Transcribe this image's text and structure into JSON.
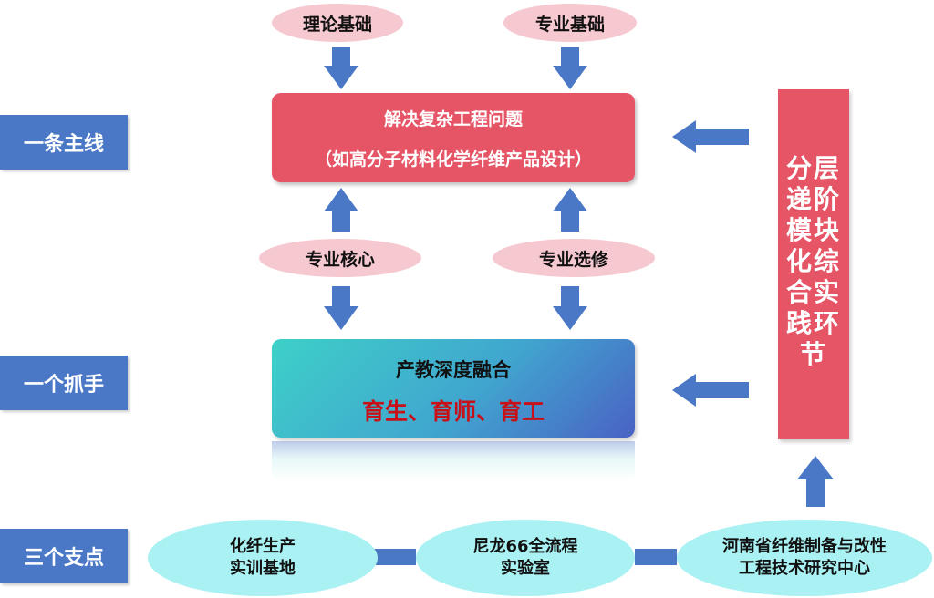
{
  "side_labels": {
    "main_line": "一条主线",
    "handle": "一个抓手",
    "pillars": "三个支点"
  },
  "top_ovals": {
    "theory": "理论基础",
    "professional": "专业基础"
  },
  "main_box": {
    "line1": "解决复杂工程问题",
    "line2": "（如高分子材料化学纤维产品设计）"
  },
  "middle_ovals": {
    "core": "专业核心",
    "elective": "专业选修"
  },
  "teal_box": {
    "line1": "产教深度融合",
    "line2": "育生、育师、育工"
  },
  "vertical_box": {
    "text": "分层递阶模块化综合实践环节"
  },
  "bottom_ovals": {
    "left_line1": "化纤生产",
    "left_line2": "实训基地",
    "mid_line1": "尼龙66全流程",
    "mid_line2": "实验室",
    "right_line1": "河南省纤维制备与改性",
    "right_line2": "工程技术研究中心"
  },
  "colors": {
    "blue": "#4a78c6",
    "red": "#e55566",
    "pink": "#f6c8d0",
    "cyan": "#a9f1f3",
    "dark_red_text": "#c81018"
  }
}
